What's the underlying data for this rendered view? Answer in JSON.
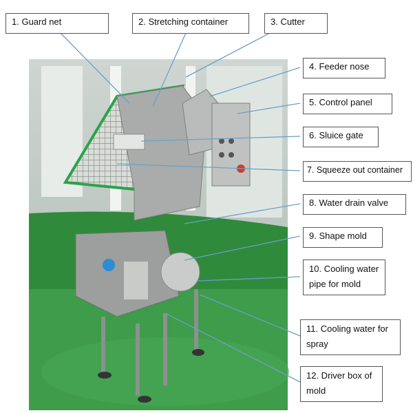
{
  "labels": [
    "1. Guard net",
    "2. Stretching container",
    "3. Cutter",
    "4. Feeder nose",
    "5. Control panel",
    "6. Sluice gate",
    "7. Squeeze out container",
    "8. Water drain valve",
    "9. Shape mold",
    "10. Cooling water pipe for mold",
    "11. Cooling water for spray",
    "12. Driver box of mold"
  ],
  "colors": {
    "background_green": "#2f8a3c",
    "floor_green": "#3e9c4a",
    "machine_steel": "#a9acaa",
    "net_green": "#2aa34a",
    "leader_line": "#6aa0c8"
  }
}
